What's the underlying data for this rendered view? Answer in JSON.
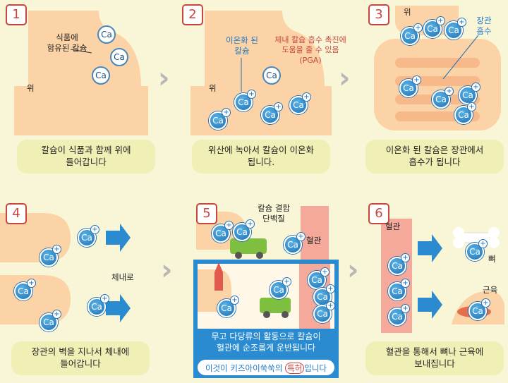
{
  "panels": [
    {
      "num": "1",
      "caption_l1": "칼슘이 식품과 함께 위에",
      "caption_l2": "들어갑니다",
      "food_l1": "식품에",
      "food_l2": "함유된 칼슘",
      "stomach": "위"
    },
    {
      "num": "2",
      "caption_l1": "위산에 녹아서 칼슘이 이온화",
      "caption_l2": "됩니다.",
      "ion_l1": "이온화 된",
      "ion_l2": "칼슘",
      "pga_l1": "체내 칼슘 흡수 촉진에",
      "pga_l2": "도움을 줄 수 있음",
      "pga_l3": "(PGA)",
      "stomach": "위"
    },
    {
      "num": "3",
      "caption_l1": "이온화 된 칼슘은 장관에서",
      "caption_l2": "흡수가 됩니다",
      "stomach": "위",
      "intestine_l1": "장관",
      "intestine_l2": "흡수"
    },
    {
      "num": "4",
      "caption_l1": "장관의 벽을 지나서 체내에",
      "caption_l2": "들어갑니다",
      "body": "체내로"
    },
    {
      "num": "5",
      "protein_l1": "칼슘 결합",
      "protein_l2": "단백질",
      "vessel": "혈관",
      "box_l1": "무고 다당류의 활동으로 칼슘이",
      "box_l2": "혈관에 순조롭게 운반됩니다",
      "patent_pre": "이것이 키즈아이쑥쑥의 ",
      "patent_hl": "특허",
      "patent_post": "입니다"
    },
    {
      "num": "6",
      "caption_l1": "혈관을 통해서 뼈나 근육에",
      "caption_l2": "보내집니다",
      "vessel": "혈관",
      "bone": "뼈",
      "muscle": "근육"
    }
  ],
  "ca_label": "Ca",
  "plus": "+",
  "colors": {
    "organ": "#fbd3a6",
    "ion": "#1c70b4",
    "accent_red": "#c9463d",
    "caption_bg": "#f0efb6",
    "box_blue": "#2a8bd0"
  }
}
